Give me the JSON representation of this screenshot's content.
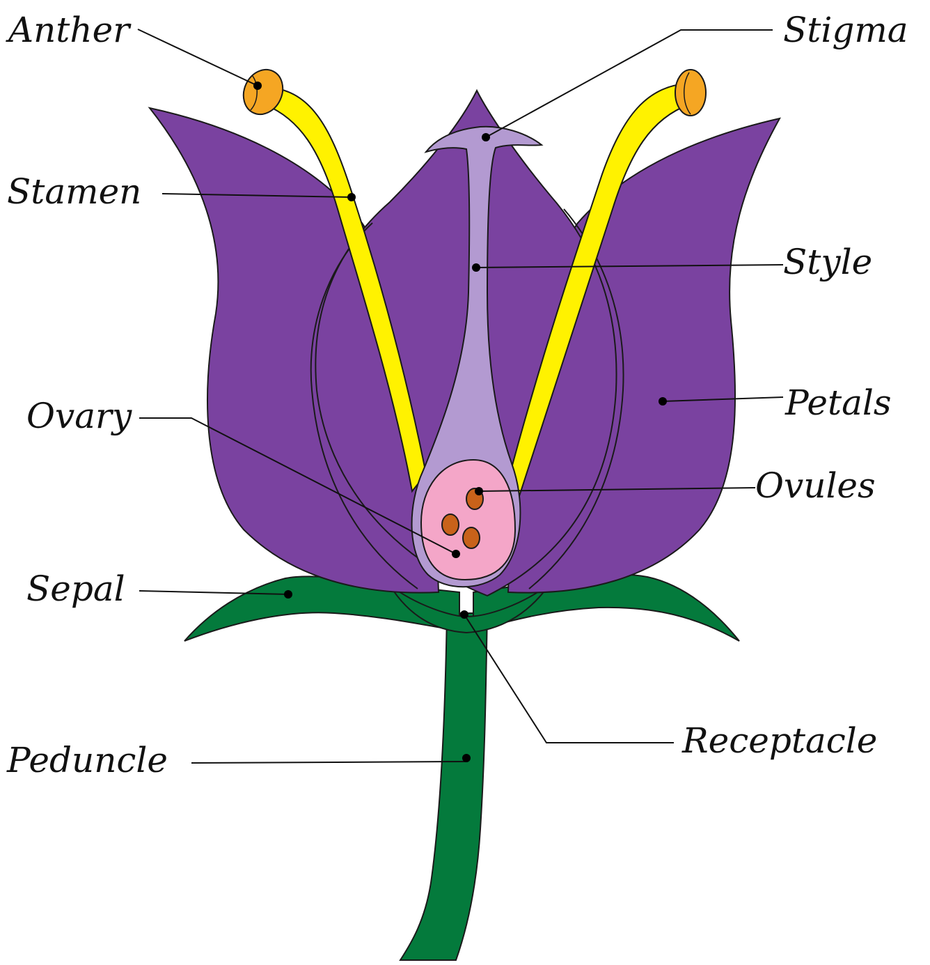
{
  "diagram": {
    "labels": {
      "anther": "Anther",
      "stigma": "Stigma",
      "stamen": "Stamen",
      "style": "Style",
      "ovary": "Ovary",
      "petals": "Petals",
      "ovules": "Ovules",
      "sepal": "Sepal",
      "receptacle": "Receptacle",
      "peduncle": "Peduncle"
    },
    "colors": {
      "petal": "#7a42a0",
      "stamen": "#fff200",
      "anther": "#f5a623",
      "pistil": "#b39ad1",
      "ovary_inner": "#f4a6c8",
      "ovule": "#c8621a",
      "stem": "#047a3c",
      "outline": "#1a1a1a"
    }
  }
}
